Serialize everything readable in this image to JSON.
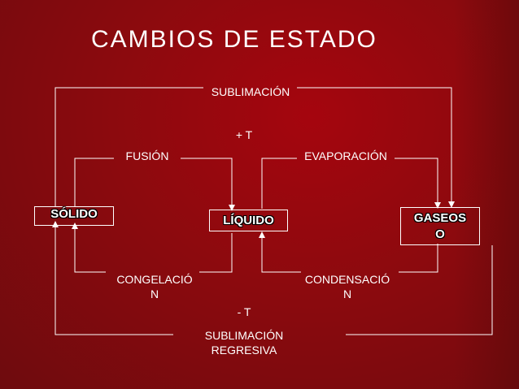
{
  "title": "CAMBIOS DE ESTADO",
  "states": {
    "solid": "SÓLIDO",
    "liquid": "LÍQUIDO",
    "gas": "GASEOS\nO"
  },
  "processes": {
    "sublimation": "SUBLIMACIÓN",
    "plus_t": "+ T",
    "fusion": "FUSIÓN",
    "evaporation": "EVAPORACIÓN",
    "freezing": "CONGELACIÓ\nN",
    "condensation": "CONDENSACIÓ\nN",
    "minus_t": "- T",
    "reverse_sublimation": "SUBLIMACIÓN\nREGRESIVA"
  },
  "colors": {
    "background": "#8c0a0e",
    "line": "#ffffff",
    "text": "#ffffff"
  }
}
